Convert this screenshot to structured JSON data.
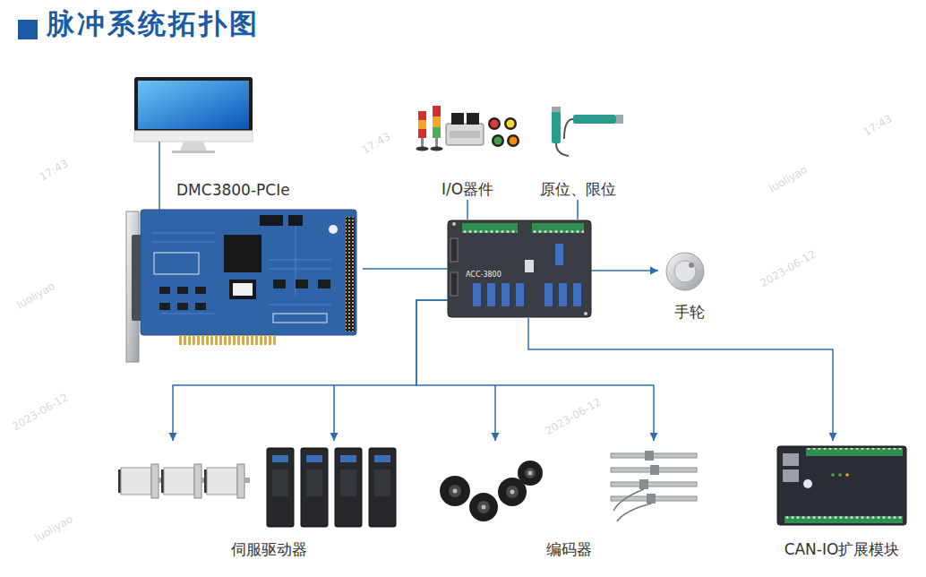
{
  "diagram": {
    "title": "脉冲系统拓扑图",
    "nodes": [
      {
        "text": [
          "DMC3800-PCIe"
        ]
      },
      {
        "text": [
          "ACC-3800"
        ]
      },
      {
        "text": [
          "I/O器件"
        ]
      },
      {
        "text": [
          "原位、限位"
        ]
      },
      {
        "text": [
          "手轮"
        ]
      },
      {
        "text": [
          "伺服驱动器"
        ]
      },
      {
        "text": [
          "编码器"
        ]
      },
      {
        "text": [
          "CAN-IO扩展模块"
        ]
      }
    ],
    "edges": [
      {
        "from": 0,
        "to": 1,
        "arrow": "none"
      },
      {
        "from": 2,
        "to": 1,
        "arrow": "none"
      },
      {
        "from": 3,
        "to": 1,
        "arrow": "none"
      },
      {
        "from": 1,
        "to": 4,
        "arrow": "to"
      },
      {
        "from": 1,
        "to": 5,
        "arrow": "to"
      },
      {
        "from": 1,
        "to": 6,
        "arrow": "to"
      },
      {
        "from": 1,
        "to": 7,
        "arrow": "to"
      }
    ],
    "labels": [
      "17:43",
      "luoliyao",
      "2023-06-12",
      "17:43",
      "luoliyao",
      "2023-06-12",
      "2023-06-12",
      "17:43",
      "luoliyao"
    ]
  }
}
